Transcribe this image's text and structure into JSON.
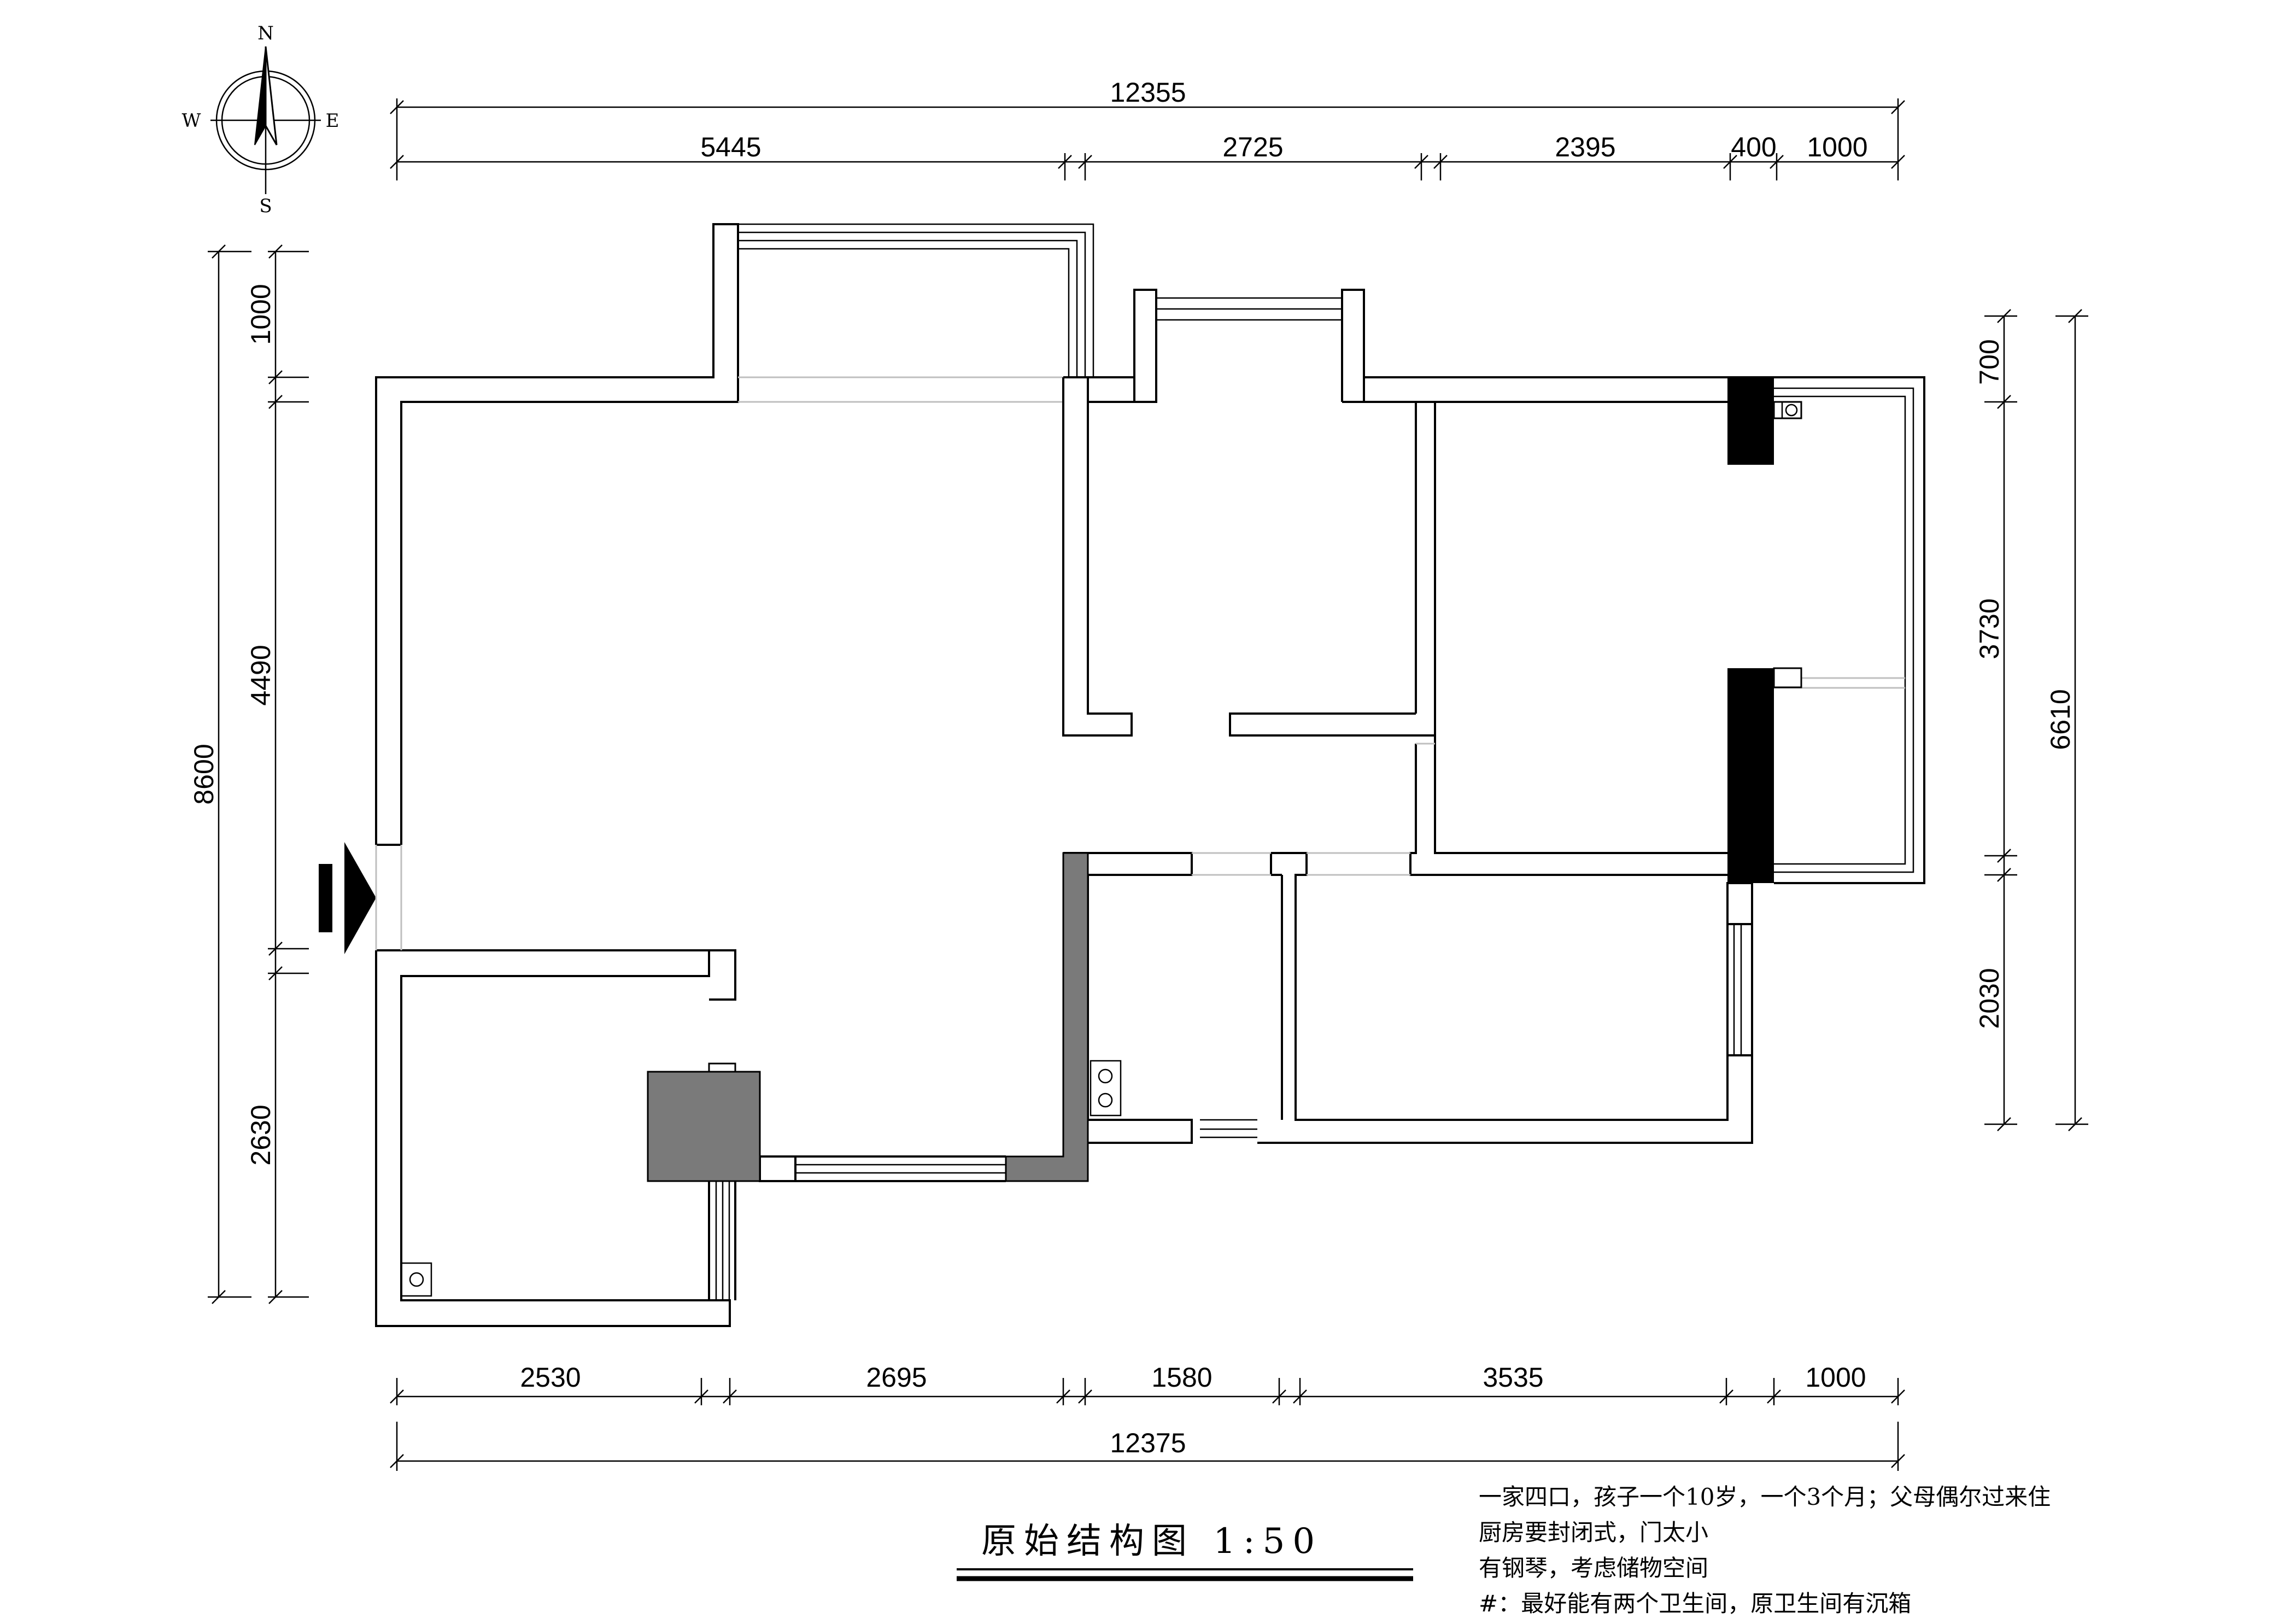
{
  "compass": {
    "n": "N",
    "s": "S",
    "e": "E",
    "w": "W"
  },
  "dimensions": {
    "top_total": "12355",
    "top": [
      "5445",
      "2725",
      "2395",
      "400",
      "1000"
    ],
    "bottom": [
      "2530",
      "2695",
      "1580",
      "3535",
      "1000"
    ],
    "bottom_total": "12375",
    "left": [
      "1000",
      "4490",
      "2630"
    ],
    "left_total": "8600",
    "right": [
      "700",
      "3730",
      "2030"
    ],
    "right_total": "6610"
  },
  "title": "原始结构图  1:50",
  "notes": [
    "一家四口，孩子一个10岁，一个3个月；父母偶尔过来住",
    "厨房要封闭式，门太小",
    "有钢琴，考虑储物空间",
    "#：最好能有两个卫生间，原卫生间有沉箱"
  ]
}
